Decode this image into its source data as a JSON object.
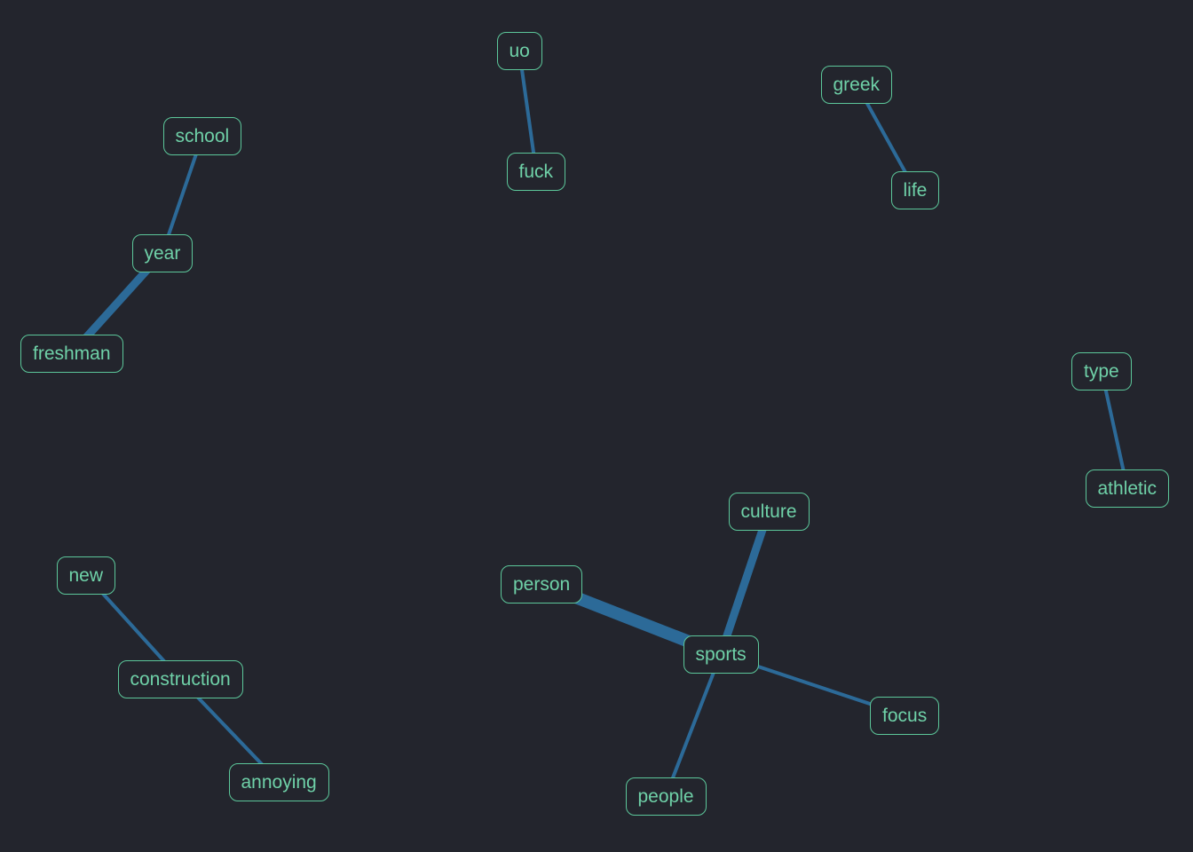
{
  "graph": {
    "node_color": "#6fd1a8",
    "node_border_color": "#5cc79a",
    "edge_color": "#2c6a98",
    "background_color": "#23252d",
    "nodes": [
      {
        "id": "school",
        "label": "school"
      },
      {
        "id": "year",
        "label": "year"
      },
      {
        "id": "freshman",
        "label": "freshman"
      },
      {
        "id": "uo",
        "label": "uo"
      },
      {
        "id": "fuck",
        "label": "fuck"
      },
      {
        "id": "greek",
        "label": "greek"
      },
      {
        "id": "life",
        "label": "life"
      },
      {
        "id": "type",
        "label": "type"
      },
      {
        "id": "athletic",
        "label": "athletic"
      },
      {
        "id": "culture",
        "label": "culture"
      },
      {
        "id": "person",
        "label": "person"
      },
      {
        "id": "sports",
        "label": "sports"
      },
      {
        "id": "focus",
        "label": "focus"
      },
      {
        "id": "people",
        "label": "people"
      },
      {
        "id": "new",
        "label": "new"
      },
      {
        "id": "construction",
        "label": "construction"
      },
      {
        "id": "annoying",
        "label": "annoying"
      }
    ],
    "edges": [
      {
        "source": "school",
        "target": "year",
        "weight": 2
      },
      {
        "source": "year",
        "target": "freshman",
        "weight": 3
      },
      {
        "source": "uo",
        "target": "fuck",
        "weight": 2
      },
      {
        "source": "greek",
        "target": "life",
        "weight": 2
      },
      {
        "source": "type",
        "target": "athletic",
        "weight": 2
      },
      {
        "source": "sports",
        "target": "culture",
        "weight": 3
      },
      {
        "source": "sports",
        "target": "person",
        "weight": 4
      },
      {
        "source": "sports",
        "target": "focus",
        "weight": 2
      },
      {
        "source": "sports",
        "target": "people",
        "weight": 2
      },
      {
        "source": "new",
        "target": "construction",
        "weight": 2
      },
      {
        "source": "construction",
        "target": "annoying",
        "weight": 2
      }
    ]
  }
}
